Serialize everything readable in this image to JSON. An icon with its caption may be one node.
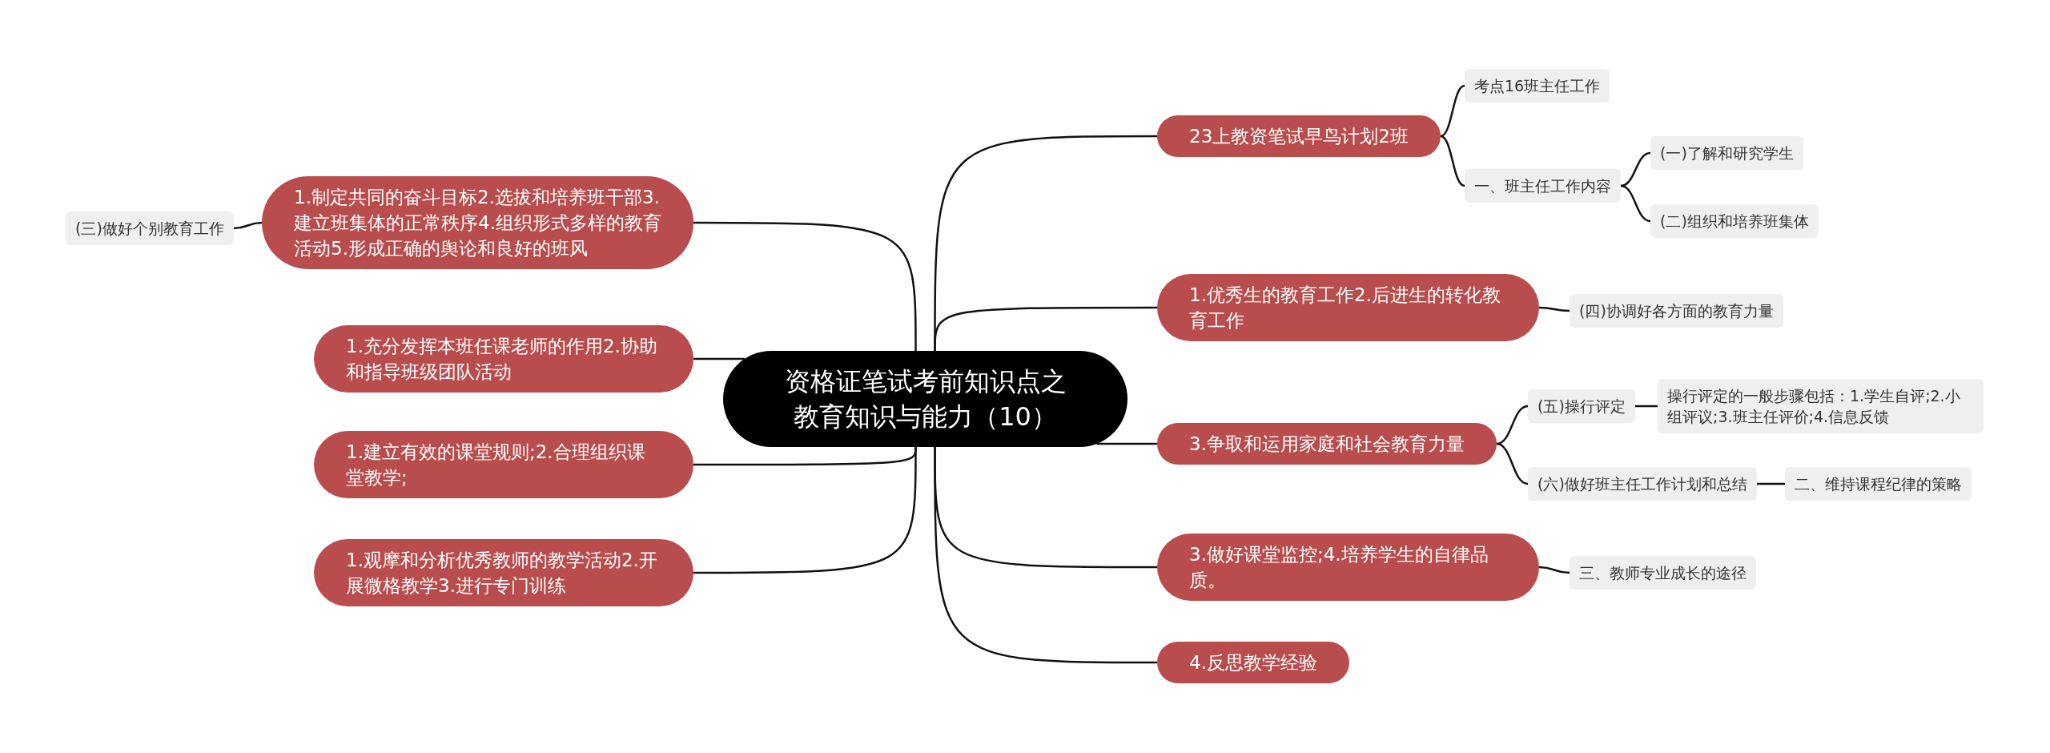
{
  "diagram": {
    "nodes": [
      {
        "text": [
          "资格证笔试考前知识点之教育知识与能力（10）"
        ]
      },
      {
        "text": [
          "23上教资笔试早鸟计划2班"
        ]
      },
      {
        "text": [
          "考点16班主任工作"
        ]
      },
      {
        "text": [
          "一、班主任工作内容"
        ]
      },
      {
        "text": [
          "(一)了解和研究学生"
        ]
      },
      {
        "text": [
          "(二)组织和培养班集体"
        ]
      },
      {
        "text": [
          "1.优秀生的教育工作2.后进生的转化教育工作"
        ]
      },
      {
        "text": [
          "(四)协调好各方面的教育力量"
        ]
      },
      {
        "text": [
          "3.争取和运用家庭和社会教育力量"
        ]
      },
      {
        "text": [
          "(五)操行评定"
        ]
      },
      {
        "text": [
          "操行评定的一般步骤包括：1.学生自评;2.小组评议;3.班主任评价;4.信息反馈"
        ]
      },
      {
        "text": [
          "(六)做好班主任工作计划和总结"
        ]
      },
      {
        "text": [
          "二、维持课程纪律的策略"
        ]
      },
      {
        "text": [
          "3.做好课堂监控;4.培养学生的自律品质。"
        ]
      },
      {
        "text": [
          "三、教师专业成长的途径"
        ]
      },
      {
        "text": [
          "4.反思教学经验"
        ]
      },
      {
        "text": [
          "1.制定共同的奋斗目标2.选拔和培养班干部3.建立班集体的正常秩序4.组织形式多样的教育活动5.形成正确的舆论和良好的班风"
        ]
      },
      {
        "text": [
          "(三)做好个别教育工作"
        ]
      },
      {
        "text": [
          "1.充分发挥本班任课老师的作用2.协助和指导班级团队活动"
        ]
      },
      {
        "text": [
          "1.建立有效的课堂规则;2.合理组织课堂教学;"
        ]
      },
      {
        "text": [
          "1.观摩和分析优秀教师的教学活动2.开展微格教学3.进行专门训练"
        ]
      }
    ],
    "edges": [
      {
        "from": 0,
        "to": 1,
        "arrow": "none"
      },
      {
        "from": 1,
        "to": 2,
        "arrow": "none"
      },
      {
        "from": 1,
        "to": 3,
        "arrow": "none"
      },
      {
        "from": 3,
        "to": 4,
        "arrow": "none"
      },
      {
        "from": 3,
        "to": 5,
        "arrow": "none"
      },
      {
        "from": 0,
        "to": 6,
        "arrow": "none"
      },
      {
        "from": 6,
        "to": 7,
        "arrow": "none"
      },
      {
        "from": 0,
        "to": 8,
        "arrow": "none"
      },
      {
        "from": 8,
        "to": 9,
        "arrow": "none"
      },
      {
        "from": 9,
        "to": 10,
        "arrow": "none"
      },
      {
        "from": 8,
        "to": 11,
        "arrow": "none"
      },
      {
        "from": 11,
        "to": 12,
        "arrow": "none"
      },
      {
        "from": 0,
        "to": 13,
        "arrow": "none"
      },
      {
        "from": 13,
        "to": 14,
        "arrow": "none"
      },
      {
        "from": 0,
        "to": 15,
        "arrow": "none"
      },
      {
        "from": 0,
        "to": 16,
        "arrow": "none"
      },
      {
        "from": 16,
        "to": 17,
        "arrow": "none"
      },
      {
        "from": 0,
        "to": 18,
        "arrow": "none"
      },
      {
        "from": 0,
        "to": 19,
        "arrow": "none"
      },
      {
        "from": 0,
        "to": 20,
        "arrow": "none"
      }
    ]
  }
}
